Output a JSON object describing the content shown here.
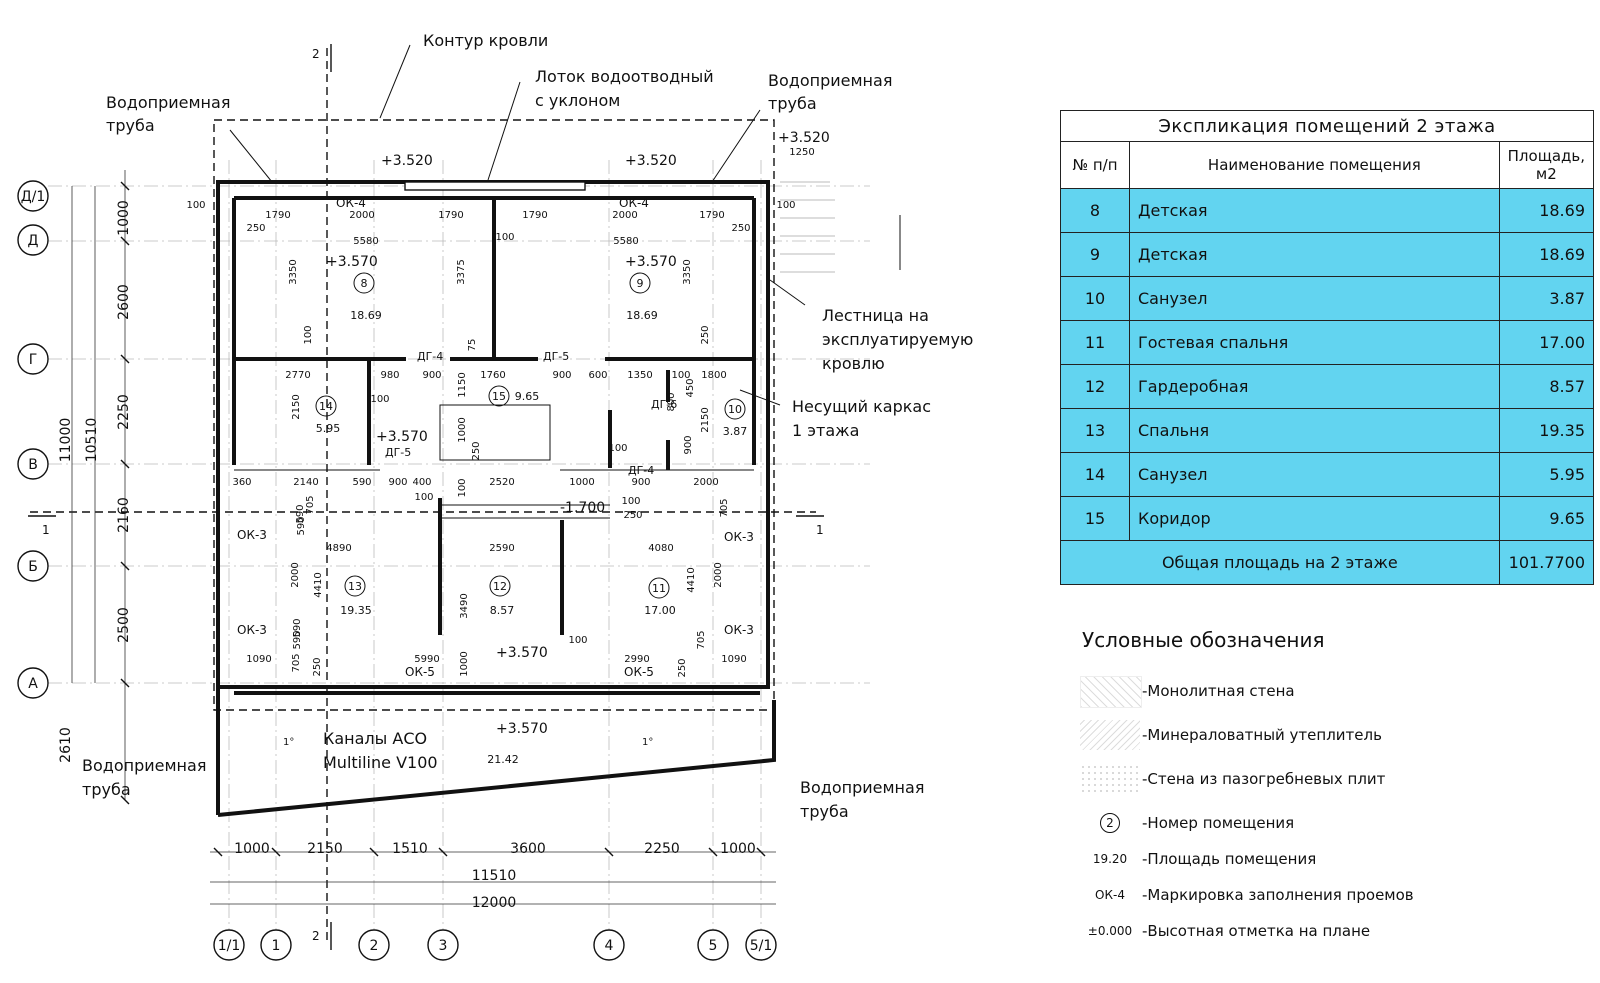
{
  "explication": {
    "title": "Экспликация помещений 2 этажа",
    "headers": {
      "num": "№ п/п",
      "name": "Наименование помещения",
      "area": "Площадь, м2"
    },
    "rows": [
      {
        "num": "8",
        "name": "Детская",
        "area": "18.69"
      },
      {
        "num": "9",
        "name": "Детская",
        "area": "18.69"
      },
      {
        "num": "10",
        "name": "Санузел",
        "area": "3.87"
      },
      {
        "num": "11",
        "name": "Гостевая спальня",
        "area": "17.00"
      },
      {
        "num": "12",
        "name": "Гардеробная",
        "area": "8.57"
      },
      {
        "num": "13",
        "name": "Спальня",
        "area": "19.35"
      },
      {
        "num": "14",
        "name": "Санузел",
        "area": "5.95"
      },
      {
        "num": "15",
        "name": "Коридор",
        "area": "9.65"
      }
    ],
    "total_label": "Общая площадь на 2 этаже",
    "total_value": "101.7700",
    "row_color": "#62d4f0"
  },
  "legend": {
    "title": "Условные обозначения",
    "items": [
      {
        "symbol": "",
        "label": "-Монолитная стена"
      },
      {
        "symbol": "",
        "label": "-Минераловатный утеплитель"
      },
      {
        "symbol": "",
        "label": "-Стена из пазогребневых плит"
      },
      {
        "symbol": "2",
        "label": "-Номер помещения"
      },
      {
        "symbol": "19.20",
        "label": "-Площадь помещения"
      },
      {
        "symbol": "ОК-4",
        "label": "-Маркировка заполнения проемов"
      },
      {
        "symbol": "±0.000",
        "label": "-Высотная отметка на плане"
      }
    ]
  },
  "plan": {
    "annotations": {
      "roof_contour": "Контур кровли",
      "drain_tray_1": "Лоток водоотводный",
      "drain_tray_2": "с уклоном",
      "inlet_pipe_1": "Водоприемная",
      "inlet_pipe_2": "труба",
      "stair_1": "Лестница на",
      "stair_2": "эксплуатируемую",
      "stair_3": "кровлю",
      "frame_1": "Несущий каркас",
      "frame_2": "1 этажа",
      "channels_1": "Каналы АСО",
      "channels_2": "Multiline V100"
    },
    "row_axes": [
      "Д/1",
      "Д",
      "Г",
      "В",
      "Б",
      "А"
    ],
    "col_axes": [
      "1/1",
      "1",
      "2",
      "3",
      "4",
      "5",
      "5/1"
    ],
    "section_marks": [
      "1",
      "1",
      "2",
      "2"
    ],
    "levels": [
      "+3.520",
      "+3.520",
      "+3.520",
      "+3.570",
      "+3.570",
      "+3.570",
      "+3.570",
      "+3.570",
      "-1.700"
    ],
    "rooms": [
      {
        "num": "8",
        "area": "18.69"
      },
      {
        "num": "9",
        "area": "18.69"
      },
      {
        "num": "10",
        "area": "3.87"
      },
      {
        "num": "11",
        "area": "17.00"
      },
      {
        "num": "12",
        "area": "8.57"
      },
      {
        "num": "13",
        "area": "19.35"
      },
      {
        "num": "14",
        "area": "5.95"
      },
      {
        "num": "15",
        "area": "9.65"
      }
    ],
    "terrace_area": "21.42",
    "slope": "1°",
    "openings": [
      "ОК-4",
      "ОК-4",
      "ОК-3",
      "ОК-3",
      "ОК-3",
      "ОК-3",
      "ОК-5",
      "ОК-5",
      "ДГ-4",
      "ДГ-5",
      "ДГ-5",
      "ДГ-6",
      "ДГ-4"
    ],
    "bottom_dims": [
      "1000",
      "2150",
      "1510",
      "3600",
      "2250",
      "1000"
    ],
    "overall_dims": [
      "11510",
      "12000"
    ],
    "left_dims": [
      "1000",
      "2600",
      "2250",
      "2160",
      "2500",
      "2610"
    ],
    "left_totals": [
      "11000",
      "10510"
    ],
    "inner_dims": [
      "100",
      "1790",
      "2000",
      "1790",
      "1790",
      "2000",
      "1790",
      "250",
      "5580",
      "5580",
      "250",
      "100",
      "1250",
      "3350",
      "3375",
      "3350",
      "100",
      "100",
      "75",
      "250",
      "2770",
      "980",
      "900",
      "1760",
      "900",
      "600",
      "1350",
      "100",
      "1800",
      "2150",
      "100",
      "1150",
      "1000",
      "800",
      "450",
      "2150",
      "900",
      "100",
      "250",
      "360",
      "2140",
      "590",
      "900",
      "400",
      "2520",
      "1000",
      "900",
      "2000",
      "100",
      "100",
      "100",
      "250",
      "705",
      "705",
      "590",
      "590",
      "4890",
      "2590",
      "4080",
      "2000",
      "4410",
      "3490",
      "4410",
      "2000",
      "590",
      "590",
      "100",
      "1000",
      "250",
      "705",
      "1090",
      "5990",
      "2990",
      "1090",
      "250",
      "705"
    ]
  }
}
